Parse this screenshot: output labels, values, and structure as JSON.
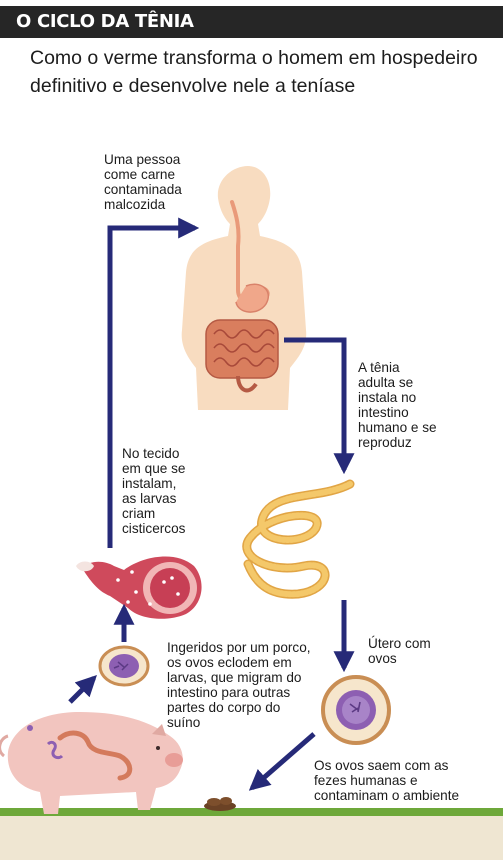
{
  "title": "O CICLO DA TÊNIA",
  "subtitle": "Como o verme transforma o homem em hospedeiro definitivo e desenvolve nele a teníase",
  "steps": {
    "human": "Uma pessoa come carne contaminada malcozida",
    "adult": "A tênia adulta se instala no intestino humano e se reproduz",
    "uterus": "Útero com ovos",
    "feces": "Os ovos saem com as fezes humanas e contaminam o ambiente",
    "pig": "Ingeridos por um porco, os ovos eclodem em larvas, que migram do intestino para outras partes do corpo do suíno",
    "tissue": "No tecido em que se instalam, as larvas criam cisticercos"
  },
  "colors": {
    "arrow": "#262a78",
    "skin": "#f8dcc0",
    "pig": "#f2c5bf",
    "meat": "#cf4a5c",
    "worm": "#f4c86a",
    "grass": "#6ea83a",
    "ground": "#efe6d2"
  }
}
